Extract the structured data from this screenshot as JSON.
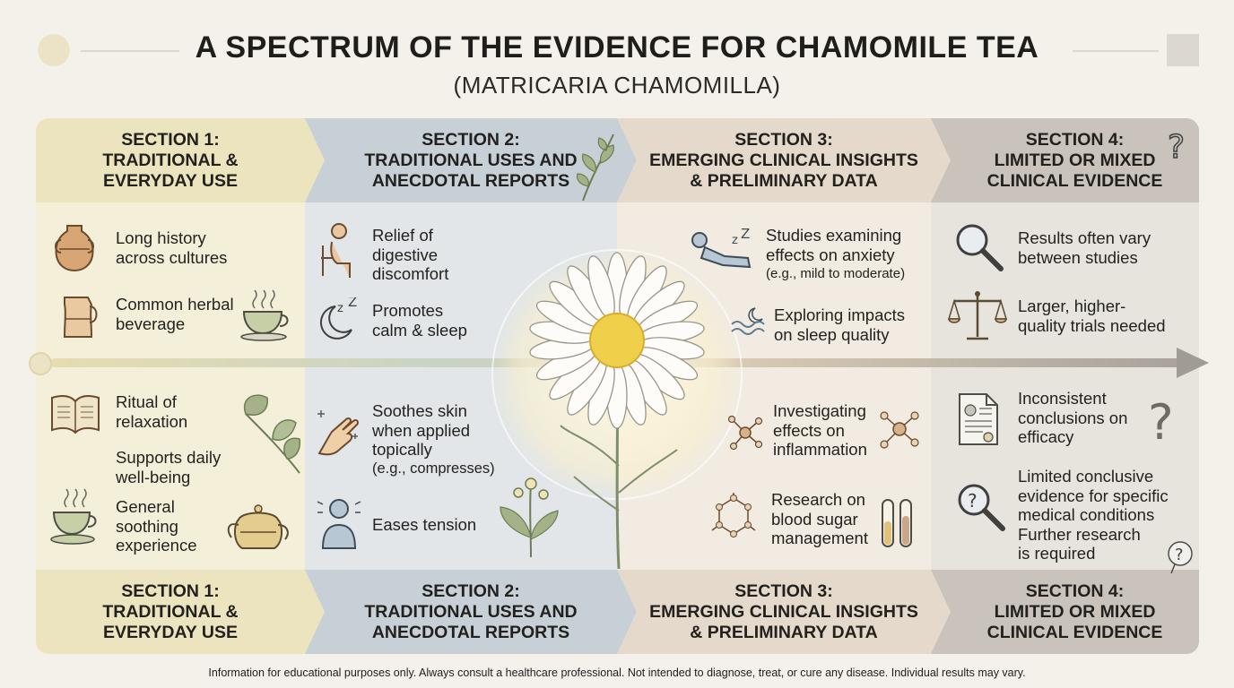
{
  "title": "A SPECTRUM OF THE EVIDENCE FOR CHAMOMILE TEA",
  "subtitle": "(MATRICARIA CHAMOMILLA)",
  "sections_top": [
    {
      "line1": "SECTION 1:",
      "line2": "TRADITIONAL &",
      "line3": "EVERYDAY USE"
    },
    {
      "line1": "SECTION 2:",
      "line2": "TRADITIONAL USES AND",
      "line3": "ANECDOTAL REPORTS"
    },
    {
      "line1": "SECTION 3:",
      "line2": "EMERGING CLINICAL INSIGHTS",
      "line3": "& PRELIMINARY DATA"
    },
    {
      "line1": "SECTION 4:",
      "line2": "LIMITED OR MIXED",
      "line3": "CLINICAL EVIDENCE"
    }
  ],
  "sections_bottom": [
    {
      "line1": "SECTION 1:",
      "line2": "TRADITIONAL &",
      "line3": "EVERYDAY USE"
    },
    {
      "line1": "SECTION 2:",
      "line2": "TRADITIONAL USES AND",
      "line3": "ANECDOTAL REPORTS"
    },
    {
      "line1": "SECTION 3:",
      "line2": "EMERGING CLINICAL INSIGHTS",
      "line3": "& PRELIMINARY DATA"
    },
    {
      "line1": "SECTION 4:",
      "line2": "LIMITED OR MIXED",
      "line3": "CLINICAL EVIDENCE"
    }
  ],
  "section1": {
    "history": [
      "Long history",
      "across cultures"
    ],
    "beverage": [
      "Common herbal",
      "beverage"
    ],
    "ritual": [
      "Ritual of",
      "relaxation"
    ],
    "wellbeing": [
      "Supports daily",
      "well-being"
    ],
    "soothing": [
      "General",
      "soothing",
      "experience"
    ]
  },
  "section2": {
    "digestive": [
      "Relief of",
      "digestive",
      "discomfort"
    ],
    "sleep": [
      "Promotes",
      "calm & sleep"
    ],
    "skin": [
      "Soothes skin",
      "when applied",
      "topically"
    ],
    "skin_note": "(e.g., compresses)",
    "tension": "Eases tension"
  },
  "section3": {
    "anxiety": [
      "Studies examining",
      "effects on anxiety"
    ],
    "anxiety_note": "(e.g., mild to moderate)",
    "sleep_quality": [
      "Exploring impacts",
      "on sleep quality"
    ],
    "inflammation": [
      "Investigating",
      "effects on",
      "inflammation"
    ],
    "blood_sugar": [
      "Research on",
      "blood sugar",
      "management"
    ]
  },
  "section4": {
    "vary": [
      "Results often vary",
      "between studies"
    ],
    "trials": [
      "Larger, higher-",
      "quality trials needed"
    ],
    "inconsistent": [
      "Inconsistent",
      "conclusions on",
      "efficacy"
    ],
    "limited": [
      "Limited conclusive",
      "evidence for specific",
      "medical conditions",
      "Further research",
      "is required"
    ]
  },
  "icons": [
    "amphora-icon",
    "pitcher-icon",
    "tea-cup-icon",
    "book-icon",
    "leaf-icon",
    "teapot-icon",
    "sitting-person-icon",
    "moon-sleep-icon",
    "hand-icon",
    "person-calm-icon",
    "herb-sprig-icon",
    "reclining-person-icon",
    "waves-moon-icon",
    "molecule-icon",
    "test-tubes-icon",
    "magnifier-icon",
    "scales-icon",
    "document-icon",
    "question-mark-icon",
    "chamomile-flower-icon"
  ],
  "colors": {
    "section1": "#ece4bf",
    "section2": "#c6d0d6",
    "section3": "#e4d9cb",
    "section4": "#c9c3bc",
    "flower_center": "#f0cf4a"
  },
  "footer": "Information for educational purposes only. Always consult a healthcare professional. Not intended to diagnose, treat, or cure any disease. Individual results may vary."
}
